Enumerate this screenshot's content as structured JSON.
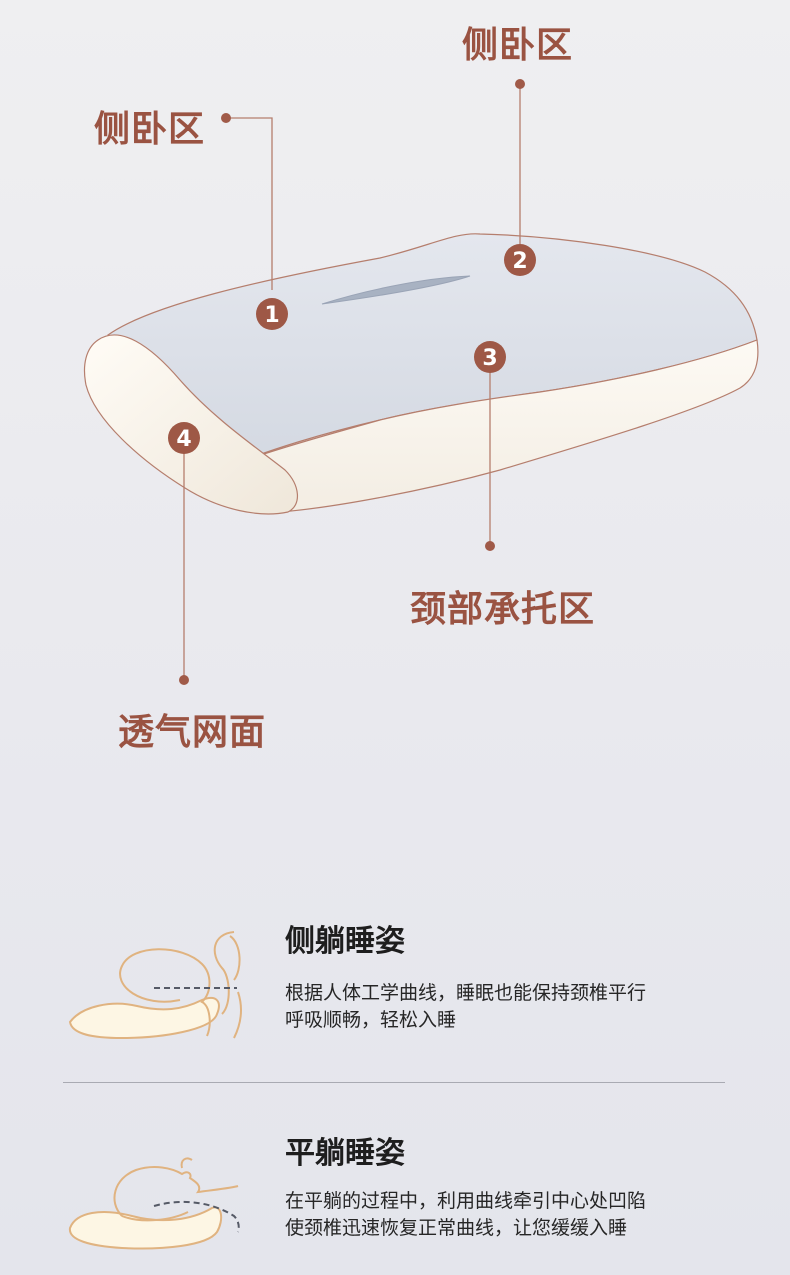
{
  "diagram": {
    "labels": {
      "side_zone_left": "侧卧区",
      "side_zone_right": "侧卧区",
      "neck_support_zone": "颈部承托区",
      "breathable_mesh": "透气网面"
    },
    "markers": [
      "1",
      "2",
      "3",
      "4"
    ],
    "colors": {
      "accent": "#9a5342",
      "pillow_top": "#dfe3ea",
      "pillow_side": "#fbf7f0"
    }
  },
  "sections": [
    {
      "title": "侧躺睡姿",
      "desc_line1": "根据人体工学曲线，睡眠也能保持颈椎平行",
      "desc_line2": "呼吸顺畅，轻松入睡",
      "icon": "side-sleeping-icon"
    },
    {
      "title": "平躺睡姿",
      "desc_line1": "在平躺的过程中，利用曲线牵引中心处凹陷",
      "desc_line2": "使颈椎迅速恢复正常曲线，让您缓缓入睡",
      "icon": "back-sleeping-icon"
    }
  ]
}
